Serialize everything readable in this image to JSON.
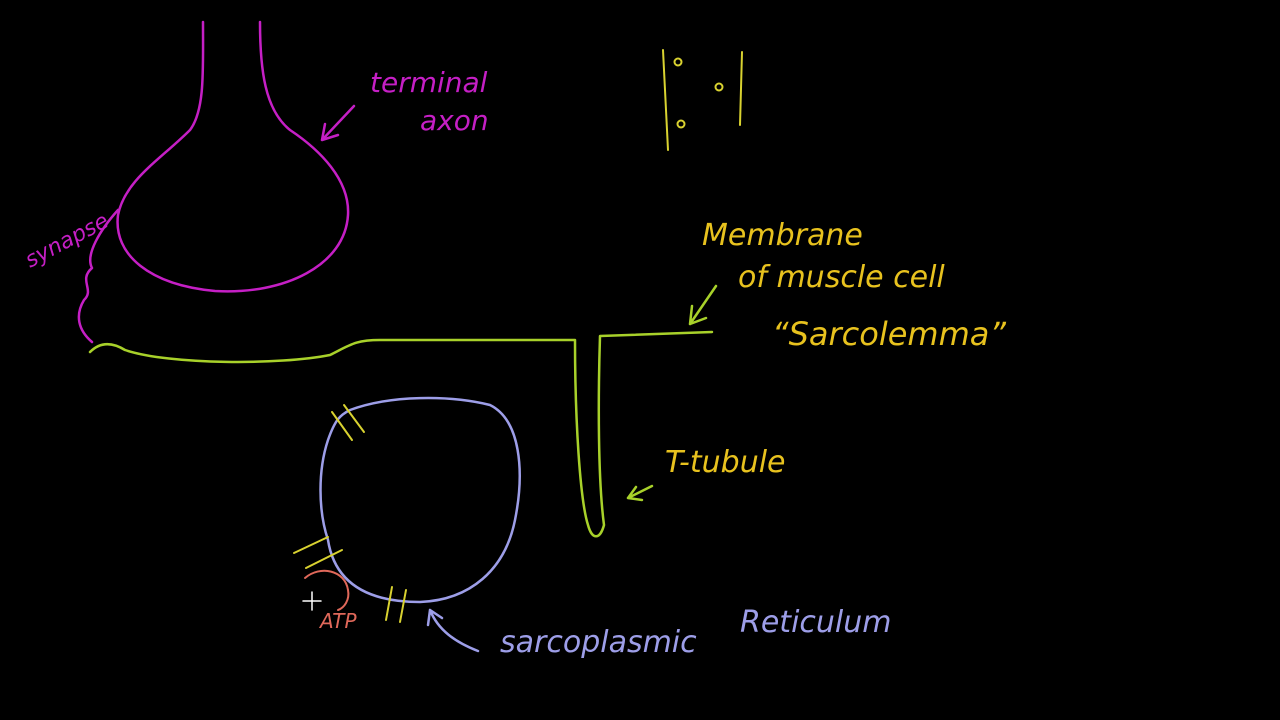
{
  "labels": {
    "terminal_line1": "terminal",
    "terminal_line2": "axon",
    "synapse": "synapse",
    "membrane_line1": "Membrane",
    "membrane_line2": "of muscle cell",
    "sarcolemma": "“Sarcolemma”",
    "t_tubule": "T-tubule",
    "sarcoplasmic": "sarcoplasmic",
    "reticulum": "Reticulum",
    "atp": "ATP"
  },
  "colors": {
    "background": "#000000",
    "axon": "#c51fc5",
    "membrane": "#a8d12a",
    "label_yellow": "#e8c21e",
    "reticulum": "#9d9ee8",
    "channel": "#d9d230",
    "atp": "#e0685a",
    "cursor": "#ffffff"
  },
  "icons": {
    "cursor": "crosshair-cursor-icon"
  }
}
